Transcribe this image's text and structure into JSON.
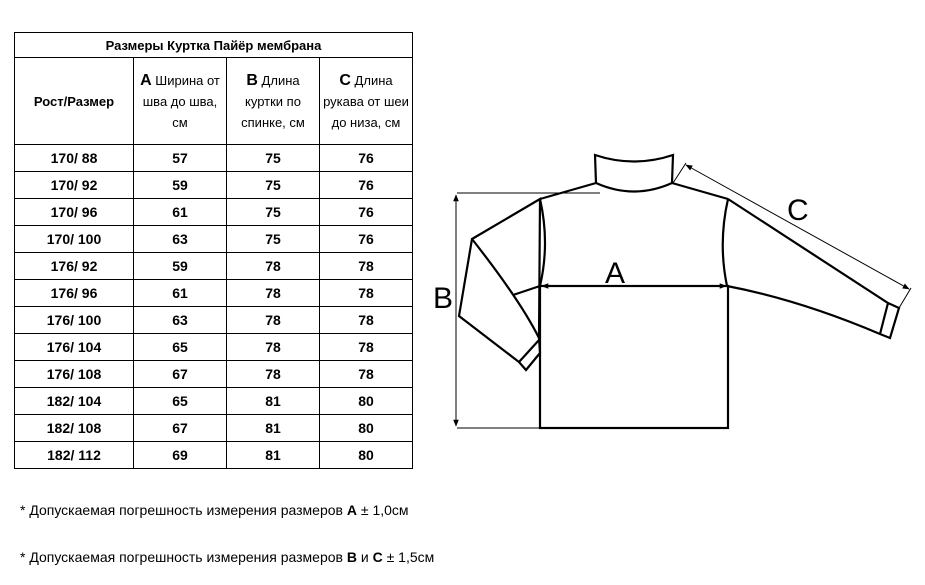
{
  "table": {
    "title": "Размеры Куртка Пайёр мембрана",
    "headers": [
      {
        "letter": "",
        "text": "Рост/Размер"
      },
      {
        "letter": "A",
        "text": " Ширина от шва до шва, см"
      },
      {
        "letter": "B",
        "text": " Длина куртки по спинке, см"
      },
      {
        "letter": "C",
        "text": " Длина рукава от шеи до низа, см"
      }
    ],
    "rows": [
      [
        "170/ 88",
        "57",
        "75",
        "76"
      ],
      [
        "170/ 92",
        "59",
        "75",
        "76"
      ],
      [
        "170/ 96",
        "61",
        "75",
        "76"
      ],
      [
        "170/ 100",
        "63",
        "75",
        "76"
      ],
      [
        "176/ 92",
        "59",
        "78",
        "78"
      ],
      [
        "176/ 96",
        "61",
        "78",
        "78"
      ],
      [
        "176/ 100",
        "63",
        "78",
        "78"
      ],
      [
        "176/ 104",
        "65",
        "78",
        "78"
      ],
      [
        "176/ 108",
        "67",
        "78",
        "78"
      ],
      [
        "182/ 104",
        "65",
        "81",
        "80"
      ],
      [
        "182/ 108",
        "67",
        "81",
        "80"
      ],
      [
        "182/ 112",
        "69",
        "81",
        "80"
      ]
    ]
  },
  "diagram": {
    "label_a": "A",
    "label_b": "B",
    "label_c": "C"
  },
  "notes": [
    {
      "prefix": "* Допускаемая погрешность измерения размеров ",
      "b1": "A",
      "mid": "",
      "b2": "",
      "suffix": " ± 1,0см"
    },
    {
      "prefix": "* Допускаемая погрешность измерения размеров ",
      "b1": "B",
      "mid": " и ",
      "b2": "C",
      "suffix": " ± 1,5см"
    }
  ]
}
